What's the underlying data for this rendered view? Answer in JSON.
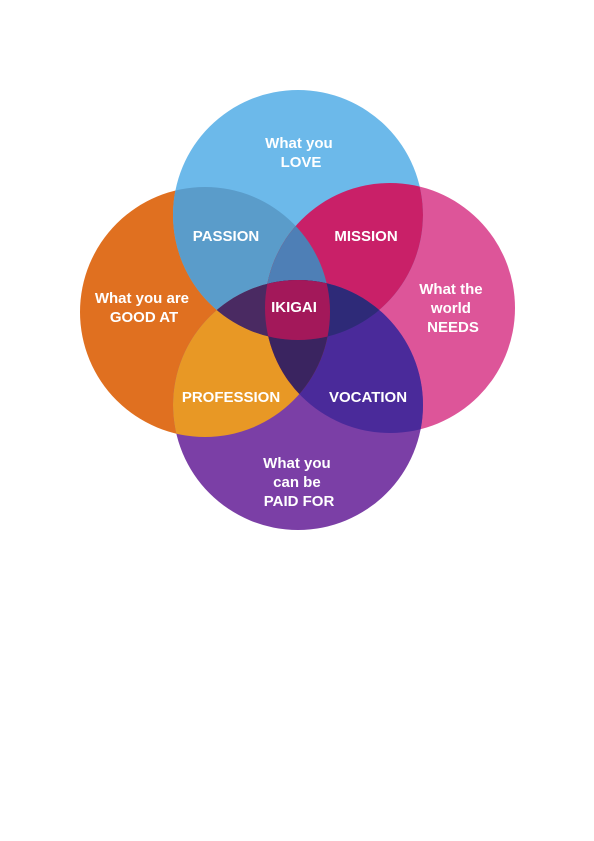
{
  "diagram": {
    "circles": {
      "love": {
        "lines": [
          "What you",
          "LOVE"
        ],
        "color": "#6cb9ea"
      },
      "good_at": {
        "lines": [
          "What you are",
          "GOOD AT"
        ],
        "color": "#e07020"
      },
      "world_needs": {
        "lines": [
          "What the",
          "world",
          "NEEDS"
        ],
        "color": "#dd5599"
      },
      "paid_for": {
        "lines": [
          "What you",
          "can be",
          "PAID FOR"
        ],
        "color": "#7b3fa6"
      }
    },
    "overlaps": {
      "passion": {
        "label": "PASSION",
        "color": "#5a9cca"
      },
      "mission": {
        "label": "MISSION",
        "color": "#c92068"
      },
      "profession": {
        "label": "PROFESSION",
        "color": "#e89825"
      },
      "vocation": {
        "label": "VOCATION",
        "color": "#4a2a9a"
      }
    },
    "center": {
      "label": "IKIGAI",
      "color": "#a3185a"
    }
  }
}
